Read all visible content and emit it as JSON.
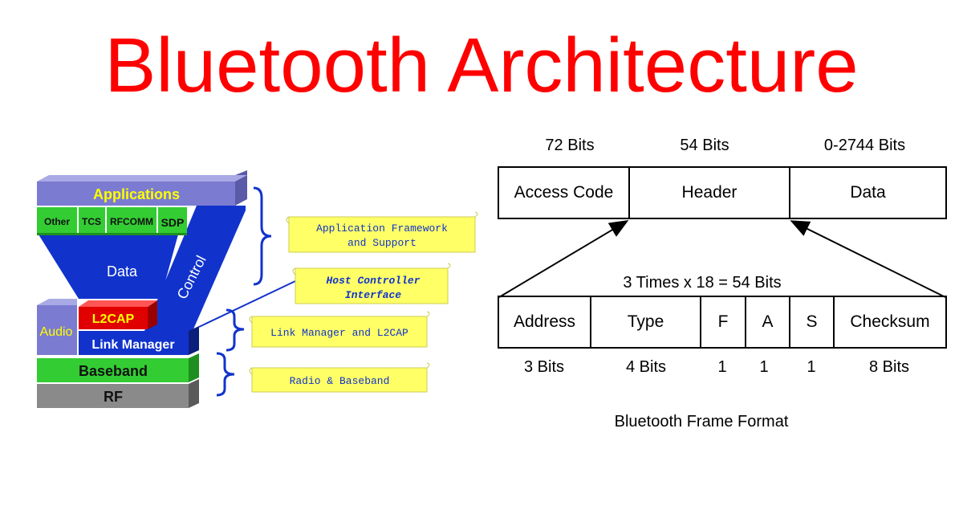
{
  "title": "Bluetooth Architecture",
  "stack": {
    "applications": "Applications",
    "other": "Other",
    "tcs": "TCS",
    "rfcomm": "RFCOMM",
    "sdp": "SDP",
    "data": "Data",
    "control": "Control",
    "audio": "Audio",
    "l2cap": "L2CAP",
    "link_manager": "Link Manager",
    "baseband": "Baseband",
    "rf": "RF"
  },
  "notes": [
    {
      "lines": [
        "Application Framework",
        "and Support"
      ]
    },
    {
      "lines": [
        "Host Controller",
        "Interface"
      ]
    },
    {
      "lines": [
        "Link Manager and L2CAP"
      ]
    },
    {
      "lines": [
        "Radio & Baseband"
      ]
    }
  ],
  "frame": {
    "top_labels": [
      "72 Bits",
      "54 Bits",
      "0-2744 Bits"
    ],
    "top_cells": [
      "Access Code",
      "Header",
      "Data"
    ],
    "header_caption": "3 Times x 18 = 54 Bits",
    "bottom_cells": [
      "Address",
      "Type",
      "F",
      "A",
      "S",
      "Checksum"
    ],
    "bottom_labels": [
      "3 Bits",
      "4 Bits",
      "1",
      "1",
      "1",
      "8 Bits"
    ],
    "caption": "Bluetooth Frame Format"
  },
  "colors": {
    "title": "#ff0000",
    "applications_fill": "#7b7bd1",
    "applications_text": "#ffff00",
    "green": "#33cc33",
    "blue": "#1133cc",
    "red": "#e00000",
    "gray": "#8a8a8a",
    "note_fill": "#ffff66",
    "note_text": "#1133cc"
  }
}
